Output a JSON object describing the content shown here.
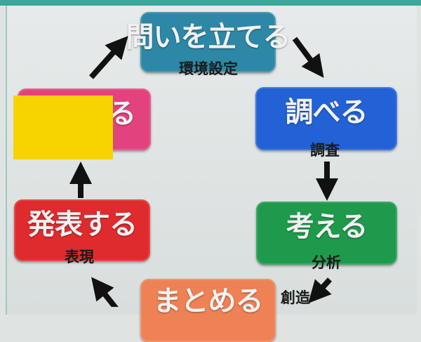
{
  "cycle": {
    "steps": [
      {
        "label": "問いを立てる",
        "sub": "環境設定",
        "color": "#2c88a6"
      },
      {
        "label": "調べる",
        "sub": "調査",
        "color": "#2262d6"
      },
      {
        "label": "考える",
        "sub": "分析",
        "color": "#1f9a4c"
      },
      {
        "label": "まとめる",
        "sub": "創造",
        "color": "#ee8254"
      },
      {
        "label": "発表する",
        "sub": "表現",
        "color": "#e02b2e"
      },
      {
        "label": "る",
        "sub": "",
        "color": "#e2437e"
      }
    ],
    "redaction_color": "#f7d400"
  }
}
